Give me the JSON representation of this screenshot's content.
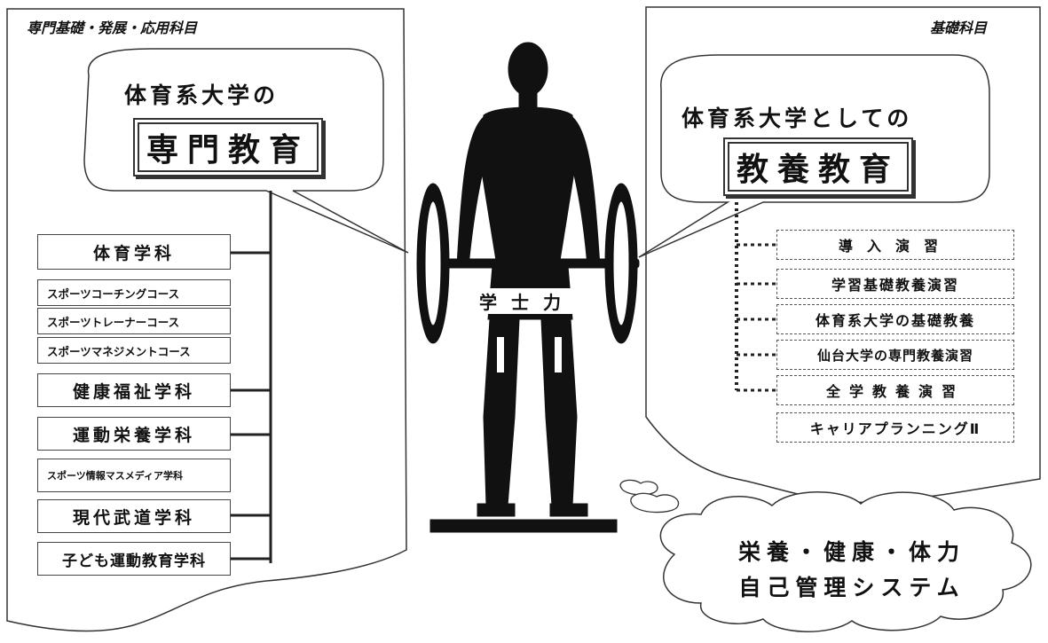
{
  "left_panel": {
    "title": "専門基礎・発展・応用科目",
    "bubble_title": "体育系大学の",
    "box_label": "専門教育",
    "courses": [
      {
        "label": "体育学科",
        "size": "big"
      },
      {
        "label": "スポーツコーチングコース",
        "size": "small"
      },
      {
        "label": "スポーツトレーナーコース",
        "size": "small"
      },
      {
        "label": "スポーツマネジメントコース",
        "size": "small"
      },
      {
        "label": "健康福祉学科",
        "size": "big"
      },
      {
        "label": "運動栄養学科",
        "size": "big"
      },
      {
        "label": "スポーツ情報マスメディア学科",
        "size": "small"
      },
      {
        "label": "現代武道学科",
        "size": "big"
      },
      {
        "label": "子ども運動教育学科",
        "size": "big"
      }
    ]
  },
  "right_panel": {
    "title": "基礎科目",
    "bubble_title": "体育系大学としての",
    "box_label": "教養教育",
    "subjects": [
      "導入演習",
      "学習基礎教養演習",
      "体育系大学の基礎教養",
      "仙台大学の専門教養演習",
      "全学教養演習",
      "キャリアプランニングⅡ"
    ]
  },
  "center": {
    "figure": "weightlifter-figure",
    "label": "学士力"
  },
  "cloud": {
    "line1": "栄養・健康・体力",
    "line2": "自己管理システム"
  },
  "colors": {
    "ink": "#111111",
    "paper": "#ffffff"
  }
}
